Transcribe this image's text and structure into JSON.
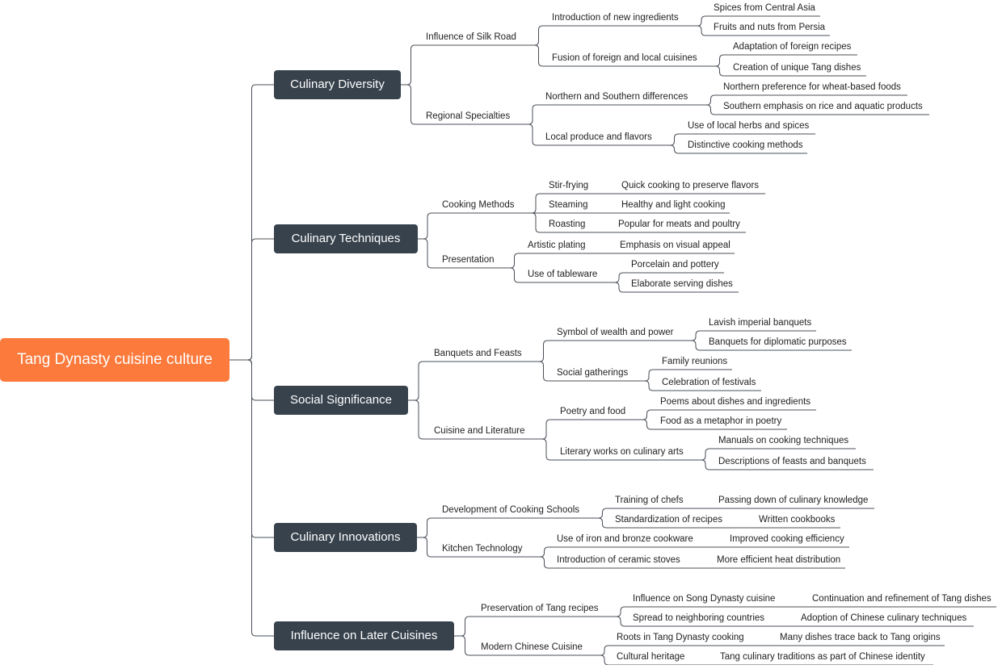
{
  "map": {
    "root": "Tang Dynasty cuisine culture",
    "branches": [
      {
        "label": "Culinary Diversity",
        "children": [
          {
            "label": "Influence of Silk Road",
            "children": [
              {
                "label": "Introduction of new ingredients",
                "children": [
                  {
                    "label": "Spices from Central Asia"
                  },
                  {
                    "label": "Fruits and nuts from Persia"
                  }
                ]
              },
              {
                "label": "Fusion of foreign and local cuisines",
                "children": [
                  {
                    "label": "Adaptation of foreign recipes"
                  },
                  {
                    "label": "Creation of unique Tang dishes"
                  }
                ]
              }
            ]
          },
          {
            "label": "Regional Specialties",
            "children": [
              {
                "label": "Northern and Southern differences",
                "children": [
                  {
                    "label": "Northern preference for wheat-based foods"
                  },
                  {
                    "label": "Southern emphasis on rice and aquatic products"
                  }
                ]
              },
              {
                "label": "Local produce and flavors",
                "children": [
                  {
                    "label": "Use of local herbs and spices"
                  },
                  {
                    "label": "Distinctive cooking methods"
                  }
                ]
              }
            ]
          }
        ]
      },
      {
        "label": "Culinary Techniques",
        "children": [
          {
            "label": "Cooking Methods",
            "children": [
              {
                "label": "Stir-frying",
                "children": [
                  {
                    "label": "Quick cooking to preserve flavors"
                  }
                ]
              },
              {
                "label": "Steaming",
                "children": [
                  {
                    "label": "Healthy and light cooking"
                  }
                ]
              },
              {
                "label": "Roasting",
                "children": [
                  {
                    "label": "Popular for meats and poultry"
                  }
                ]
              }
            ]
          },
          {
            "label": "Presentation",
            "children": [
              {
                "label": "Artistic plating",
                "children": [
                  {
                    "label": "Emphasis on visual appeal"
                  }
                ]
              },
              {
                "label": "Use of tableware",
                "children": [
                  {
                    "label": "Porcelain and pottery"
                  },
                  {
                    "label": "Elaborate serving dishes"
                  }
                ]
              }
            ]
          }
        ]
      },
      {
        "label": "Social Significance",
        "children": [
          {
            "label": "Banquets and Feasts",
            "children": [
              {
                "label": "Symbol of wealth and power",
                "children": [
                  {
                    "label": "Lavish imperial banquets"
                  },
                  {
                    "label": "Banquets for diplomatic purposes"
                  }
                ]
              },
              {
                "label": "Social gatherings",
                "children": [
                  {
                    "label": "Family reunions"
                  },
                  {
                    "label": "Celebration of festivals"
                  }
                ]
              }
            ]
          },
          {
            "label": "Cuisine and Literature",
            "children": [
              {
                "label": "Poetry and food",
                "children": [
                  {
                    "label": "Poems about dishes and ingredients"
                  },
                  {
                    "label": "Food as a metaphor in poetry"
                  }
                ]
              },
              {
                "label": "Literary works on culinary arts",
                "children": [
                  {
                    "label": "Manuals on cooking techniques"
                  },
                  {
                    "label": "Descriptions of feasts and banquets"
                  }
                ]
              }
            ]
          }
        ]
      },
      {
        "label": "Culinary Innovations",
        "children": [
          {
            "label": "Development of Cooking Schools",
            "children": [
              {
                "label": "Training of chefs",
                "children": [
                  {
                    "label": "Passing down of culinary knowledge"
                  }
                ]
              },
              {
                "label": "Standardization of recipes",
                "children": [
                  {
                    "label": "Written cookbooks"
                  }
                ]
              }
            ]
          },
          {
            "label": "Kitchen Technology",
            "children": [
              {
                "label": "Use of iron and bronze cookware",
                "children": [
                  {
                    "label": "Improved cooking efficiency"
                  }
                ]
              },
              {
                "label": "Introduction of ceramic stoves",
                "children": [
                  {
                    "label": "More efficient heat distribution"
                  }
                ]
              }
            ]
          }
        ]
      },
      {
        "label": "Influence on Later Cuisines",
        "children": [
          {
            "label": "Preservation of Tang recipes",
            "children": [
              {
                "label": "Influence on Song Dynasty cuisine",
                "children": [
                  {
                    "label": "Continuation and refinement of Tang dishes"
                  }
                ]
              },
              {
                "label": "Spread to neighboring countries",
                "children": [
                  {
                    "label": "Adoption of Chinese culinary techniques"
                  }
                ]
              }
            ]
          },
          {
            "label": "Modern Chinese Cuisine",
            "children": [
              {
                "label": "Roots in Tang Dynasty cooking",
                "children": [
                  {
                    "label": "Many dishes trace back to Tang origins"
                  }
                ]
              },
              {
                "label": "Cultural heritage",
                "children": [
                  {
                    "label": "Tang culinary traditions as part of Chinese identity"
                  }
                ]
              }
            ]
          }
        ]
      }
    ]
  }
}
